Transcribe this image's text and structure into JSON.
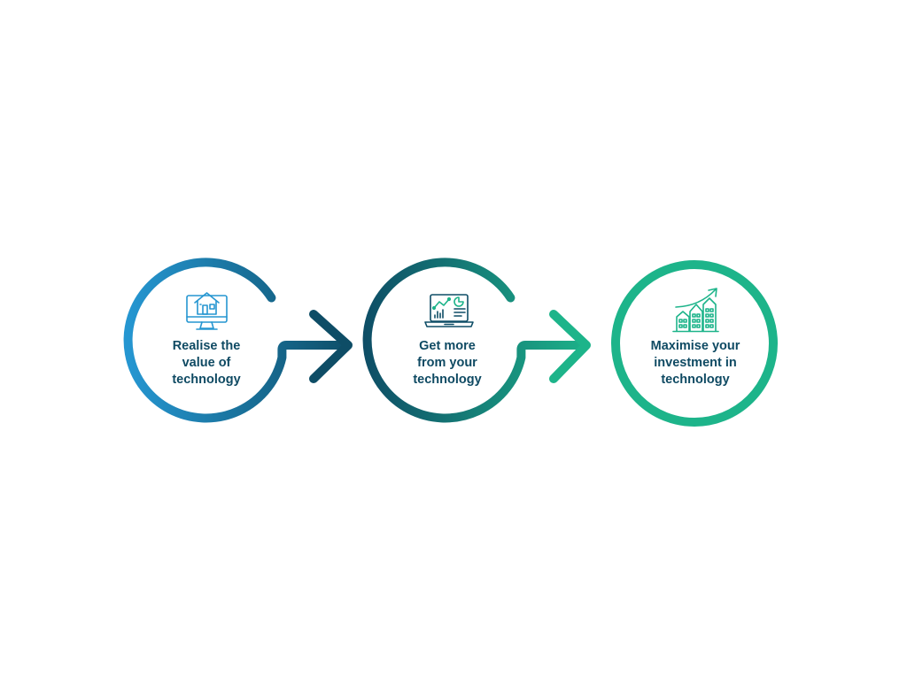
{
  "colors": {
    "blue": "#2596d1",
    "navy": "#0e4d66",
    "green": "#1db48a",
    "text": "#0f4a63"
  },
  "steps": [
    {
      "icon": "house-monitor-icon",
      "lines": [
        "Realise the",
        "value of",
        "technology"
      ]
    },
    {
      "icon": "laptop-analytics-icon",
      "lines": [
        "Get more",
        "from your",
        "technology"
      ]
    },
    {
      "icon": "buildings-growth-icon",
      "lines": [
        "Maximise your",
        "investment in",
        "technology"
      ]
    }
  ]
}
